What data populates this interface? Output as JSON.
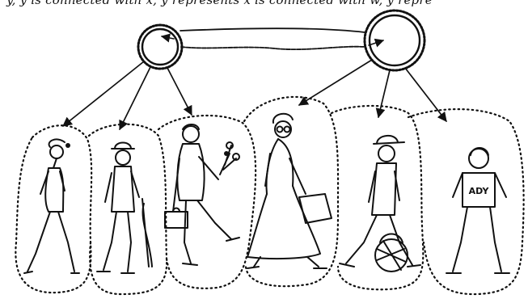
{
  "caption": {
    "text": "y, y is connected with x, y represents x is connected with w, y repre"
  },
  "colors": {
    "ink": "#111111",
    "background": "#ffffff"
  },
  "nodes": [
    {
      "id": "left-sun",
      "icon": "serrated-circle"
    },
    {
      "id": "right-sun",
      "icon": "serrated-circle"
    }
  ],
  "people": [
    {
      "id": "woman-walking",
      "icon": "walking-woman"
    },
    {
      "id": "man-with-hat-and-umbrella",
      "icon": "man-with-umbrella"
    },
    {
      "id": "man-with-briefcase-and-flowers",
      "icon": "man-with-flowers"
    },
    {
      "id": "woman-with-glasses-and-case",
      "icon": "woman-with-glasses"
    },
    {
      "id": "man-with-cap-and-basket",
      "icon": "man-with-basket"
    },
    {
      "id": "boy-in-t-shirt",
      "icon": "boy-in-shirt",
      "shirt_text": "ADY"
    }
  ]
}
